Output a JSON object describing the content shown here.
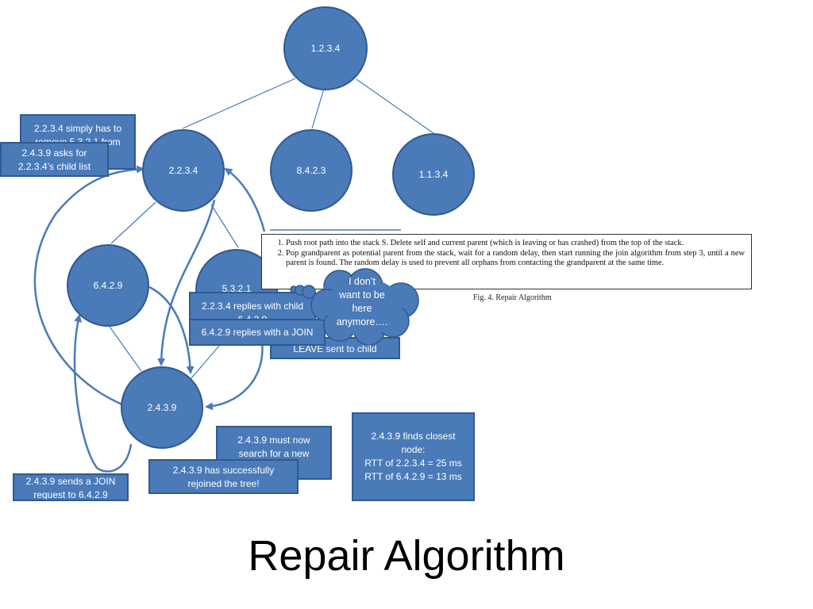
{
  "nodes": [
    {
      "id": "n1",
      "label": "1.2.3.4"
    },
    {
      "id": "n2",
      "label": "2.2.3.4"
    },
    {
      "id": "n3",
      "label": "8.4.2.3"
    },
    {
      "id": "n4",
      "label": "1.1.3.4"
    },
    {
      "id": "n5",
      "label": "6.4.2.9"
    },
    {
      "id": "n6",
      "label": "5.3.2.1"
    },
    {
      "id": "n7",
      "label": "2.4.3.9"
    }
  ],
  "callouts": {
    "remove_from_child_list": "2.2.3.4 simply has to remove 5.3.2.1 from",
    "asks_child_list": "2.4.3.9 asks for\n2.2.3.4’s child list",
    "replies_with_child": "2.2.3.4 replies with child\n6.4.2.9",
    "replies_with_join": "6.4.2.9 replies with a JOIN",
    "leave_sent": "LEAVE sent to child",
    "must_search": "2.4.3.9 must now\nsearch for a new",
    "rejoined": "2.4.3.9 has successfully\nrejoined the tree!",
    "sends_join": "2.4.3.9 sends a JOIN\nrequest to 6.4.2.9",
    "finds_closest": "2.4.3.9 finds closest\nnode:\nRTT of 2.2.3.4  = 25 ms\nRTT of 6.4.2.9 = 13 ms"
  },
  "cloud": {
    "text": "I don’t\nwant to be\nhere\nanymore…."
  },
  "excerpt": {
    "step1": "Push root path into the stack S. Delete self and current parent (which is leaving or has crashed) from the top of the stack.",
    "step2": "Pop grandparent as potential parent from the stack, wait for a random delay, then start running the join algorithm from step 3, until a new parent is found. The random delay is used to prevent all orphans from contacting the grandparent at the same time.",
    "caption": "Fig. 4.    Repair Algorithm"
  },
  "title": "Repair Algorithm"
}
